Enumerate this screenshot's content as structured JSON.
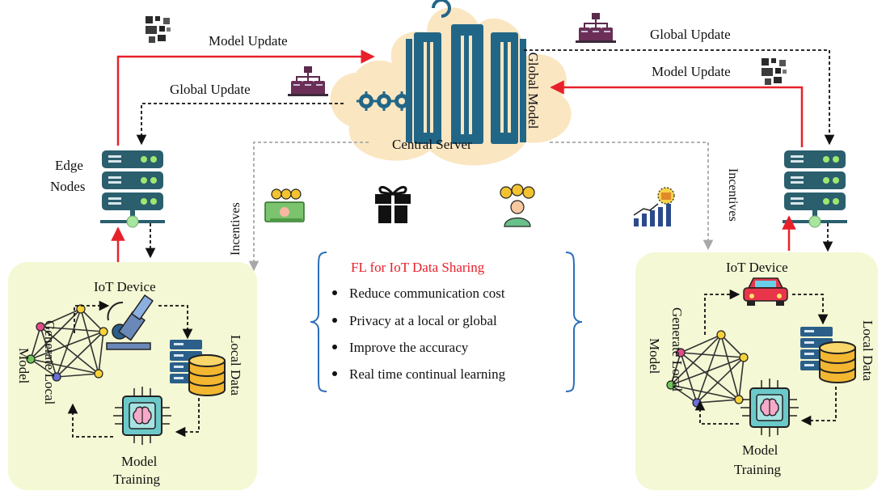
{
  "labels": {
    "model_update_left": "Model Update",
    "global_update_left": "Global Update",
    "global_update_right": "Global Update",
    "model_update_right": "Model Update",
    "central_server": "Central Server",
    "global_model": "Global Model",
    "edge_nodes_line1": "Edge",
    "edge_nodes_line2": "Nodes",
    "incentives_left": "Incentives",
    "incentives_right": "Incentives",
    "iot_device_left": "IoT Device",
    "iot_device_right": "IoT Device",
    "generate_local_model_left_l1": "Generate Local",
    "generate_local_model_left_l2": "Model",
    "generate_local_model_right_l1": "Generate Local",
    "generate_local_model_right_l2": "Model",
    "local_data_left": "Local Data",
    "local_data_right": "Local Data",
    "model_training_left_l1": "Model",
    "model_training_left_l2": "Training",
    "model_training_right_l1": "Model",
    "model_training_right_l2": "Training"
  },
  "center_box": {
    "title": "FL for IoT Data Sharing",
    "items": [
      "Reduce communication cost",
      "Privacy at a local or global",
      "Improve the accuracy",
      "Real time continual learning"
    ]
  },
  "colors": {
    "cloud": "#fbe6c2",
    "panel": "#f4f8d4",
    "server_blue": "#226687",
    "edge_server": "#2b5f6e",
    "arrow_red": "#e8202a",
    "accent_red": "#e8202a",
    "brace_blue": "#2a6ebb"
  },
  "icons": {
    "server_cluster": "server-cluster-icon",
    "gears": "gears-icon",
    "edge_server": "edge-server-icon",
    "money_gift": "money-gift-icon",
    "gift_box": "gift-box-icon",
    "person_coins": "person-coins-icon",
    "growth_chart": "growth-chart-icon",
    "microscope": "microscope-icon",
    "car": "car-icon",
    "database": "database-icon",
    "neural_network": "neural-network-icon",
    "brain_chip": "brain-chip-icon",
    "qr_blocks": "qr-blocks-icon",
    "cluster_folders": "cluster-folders-icon"
  }
}
